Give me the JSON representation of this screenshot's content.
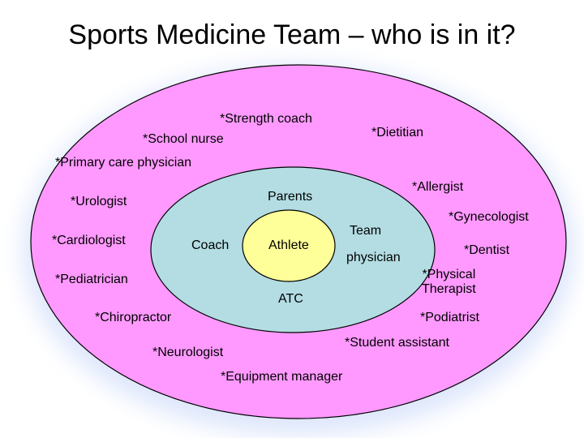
{
  "title": "Sports Medicine Team – who is in it?",
  "colors": {
    "outer_fill": "#ff99ff",
    "middle_fill": "#b3dde3",
    "inner_fill": "#ffff99",
    "stroke": "#000000",
    "glow": "#dde6fb"
  },
  "outer_ring": {
    "strength_coach": "*Strength coach",
    "school_nurse": "*School nurse",
    "dietitian": "*Dietitian",
    "primary_care": "*Primary care physician",
    "allergist": "*Allergist",
    "urologist": "*Urologist",
    "gynecologist": "*Gynecologist",
    "cardiologist": "*Cardiologist",
    "dentist": "*Dentist",
    "pediatrician": "*Pediatrician",
    "physical_therapist": "*Physical\nTherapist",
    "chiropractor": "*Chiropractor",
    "podiatrist": "*Podiatrist",
    "student_assistant": "*Student assistant",
    "neurologist": "*Neurologist",
    "equipment_manager": "*Equipment manager"
  },
  "middle_ring": {
    "parents": "Parents",
    "coach": "Coach",
    "team_physician_1": "Team",
    "team_physician_2": "physician",
    "atc": "ATC"
  },
  "core": {
    "athlete": "Athlete"
  }
}
